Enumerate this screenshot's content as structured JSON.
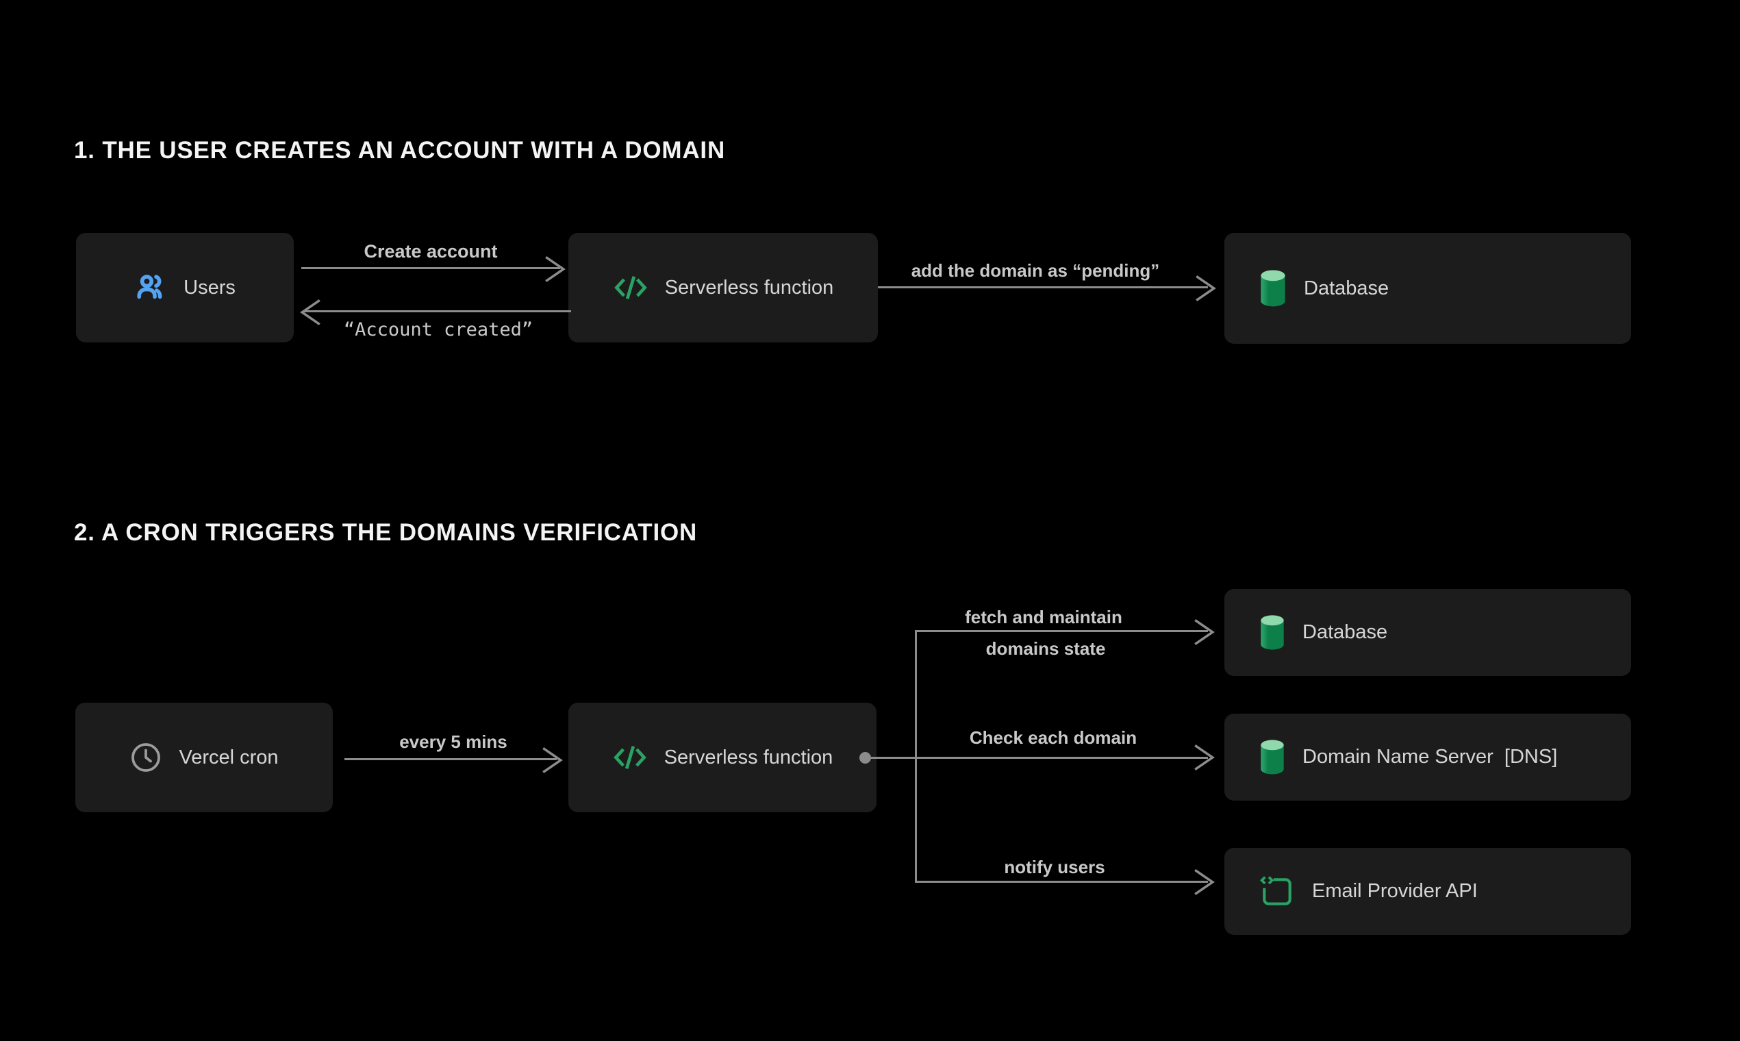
{
  "theme": {
    "background": "#000000",
    "box_bg": "#1c1c1c",
    "box_text": "#d6d6d6",
    "title": "#f4f4f4",
    "line": "#8c8c8c",
    "label": "#c9c9c9",
    "blue": "#54a3f2",
    "green": "#2aa264",
    "db_light": "#8fd9ac",
    "db_dark": "#0d8049",
    "db_mid": "#2fa871",
    "gray_icon": "#9c9c9c"
  },
  "sections": {
    "one": {
      "title": "1. THE USER CREATES AN ACCOUNT WITH A DOMAIN"
    },
    "two": {
      "title": "2. A CRON TRIGGERS THE DOMAINS VERIFICATION"
    }
  },
  "nodes": {
    "users": {
      "label": "Users",
      "icon": "users-icon"
    },
    "serverless1": {
      "label": "Serverless function",
      "icon": "code-icon"
    },
    "database1": {
      "label": "Database",
      "icon": "database-icon"
    },
    "vercel_cron": {
      "label": "Vercel cron",
      "icon": "clock-icon"
    },
    "serverless2": {
      "label": "Serverless function",
      "icon": "code-icon"
    },
    "database2": {
      "label": "Database",
      "icon": "database-icon"
    },
    "dns": {
      "label": "Domain Name Server  [DNS]",
      "icon": "database-icon"
    },
    "email": {
      "label": "Email Provider API",
      "icon": "email-api-icon"
    }
  },
  "edges": {
    "create_account": {
      "label": "Create account"
    },
    "account_created": {
      "label": "“Account created”"
    },
    "add_domain_pending": {
      "label": "add the domain as “pending”"
    },
    "every_5_mins": {
      "label": "every 5 mins"
    },
    "fetch_maintain": {
      "label_line1": "fetch and maintain",
      "label_line2": "domains state"
    },
    "check_each_domain": {
      "label": "Check each domain"
    },
    "notify_users": {
      "label": "notify users"
    }
  }
}
